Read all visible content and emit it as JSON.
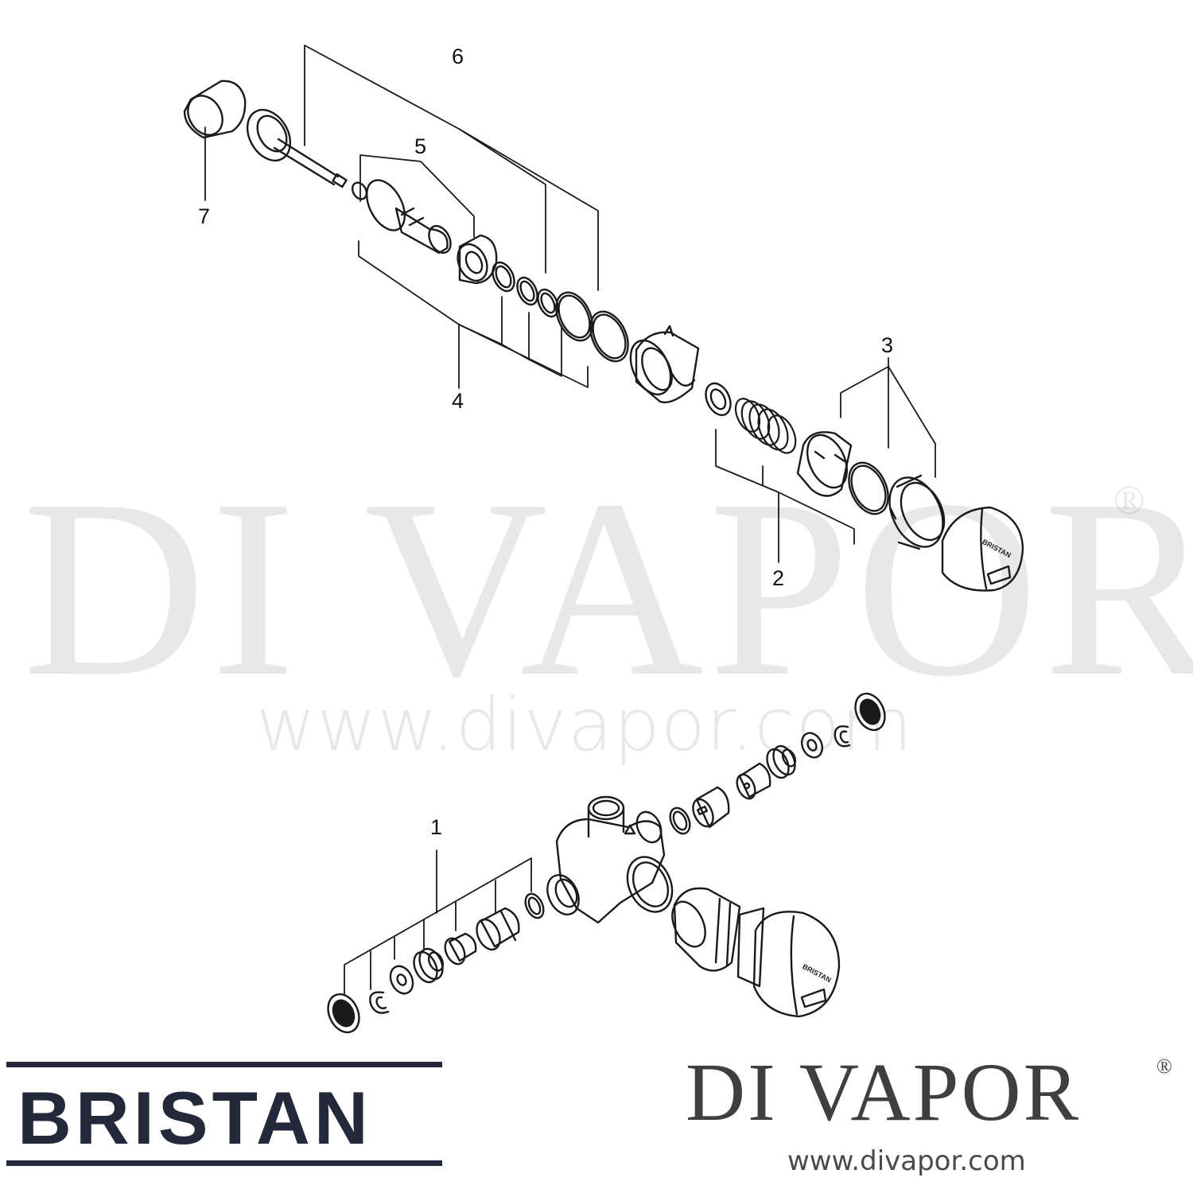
{
  "watermark": {
    "brand": "DI VAPOR",
    "registered": "®",
    "url": "www.divapor.com"
  },
  "callouts": [
    "1",
    "2",
    "3",
    "4",
    "5",
    "6",
    "7"
  ],
  "logos": {
    "bristan": "BRISTAN",
    "divapor": "DI VAPOR",
    "divapor_registered": "®",
    "divapor_url": "www.divapor.com"
  },
  "handle_brand": "BRISTAN"
}
